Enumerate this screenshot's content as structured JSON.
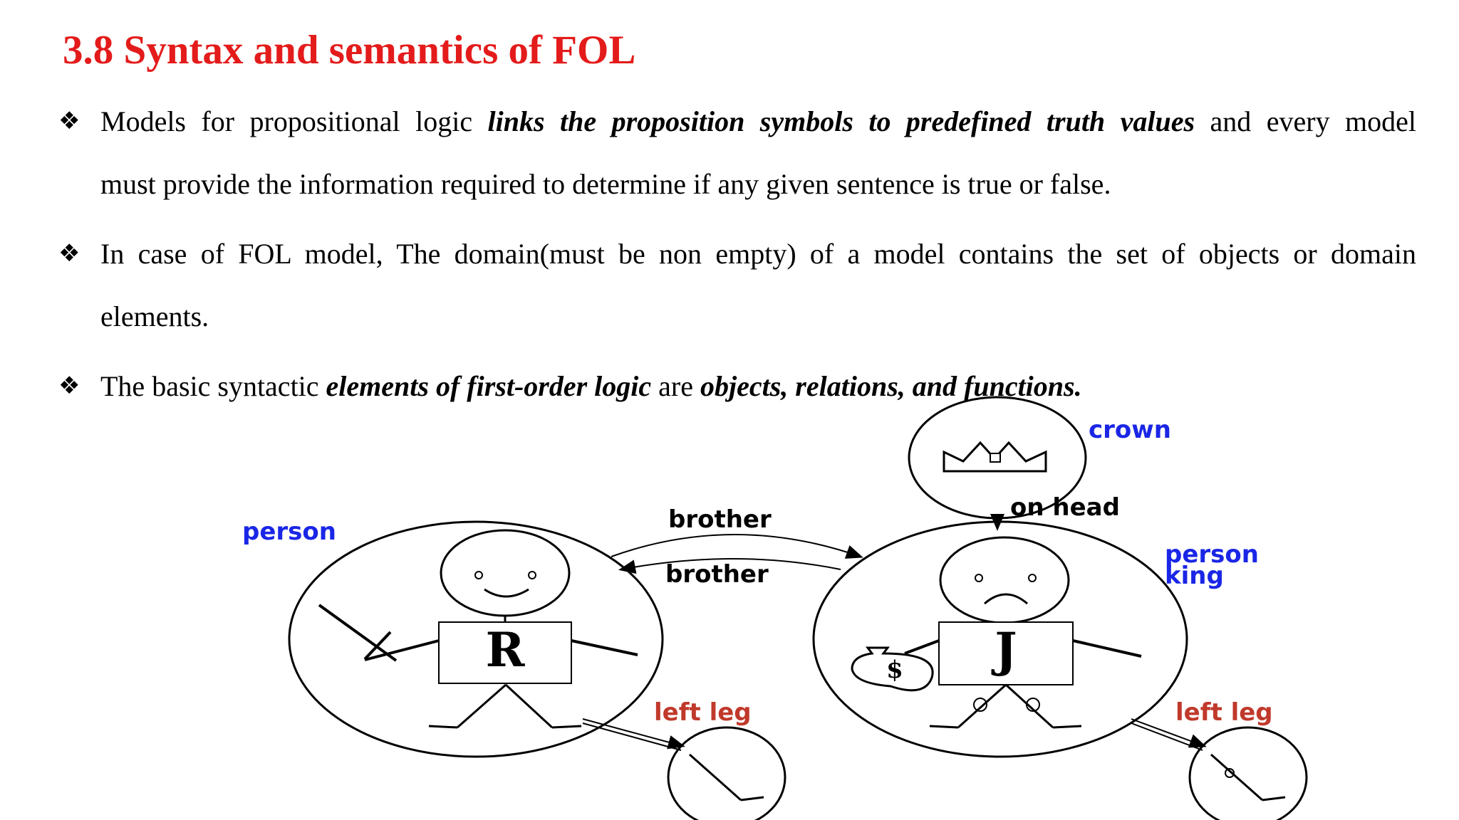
{
  "title": "3.8 Syntax and semantics of FOL",
  "bullets": [
    {
      "marker": "❖",
      "line1": [
        {
          "text": "Models for propositional  logic ",
          "style": "normal"
        },
        {
          "text": "links the proposition symbols to predefined truth values",
          "style": "bold-italic"
        },
        {
          "text": " and every model",
          "style": "normal"
        }
      ],
      "line2": "must provide the information required to determine if any given sentence is true or false."
    },
    {
      "marker": "❖",
      "line1": [
        {
          "text": "In case of  FOL model, The domain(must be non empty) of a model contains the set of objects or domain",
          "style": "normal"
        }
      ],
      "line2": "elements."
    },
    {
      "marker": "❖",
      "line1": [
        {
          "text": "The basic syntactic ",
          "style": "normal"
        },
        {
          "text": "elements of first-order logic",
          "style": "bold-italic"
        },
        {
          "text": " are ",
          "style": "normal"
        },
        {
          "text": "objects, relations, and functions.",
          "style": "bold-italic"
        }
      ],
      "line2": ""
    }
  ],
  "diagram": {
    "crown_label": "crown",
    "on_head_label": "on head",
    "brother_top": "brother",
    "brother_bottom": "brother",
    "left_person_label": "person",
    "right_person_label": "person",
    "right_king_label": "king",
    "left_leg_left": "left leg",
    "left_leg_right": "left leg",
    "box_left": "R",
    "box_right": "J",
    "money_symbol": "$",
    "colors": {
      "blue": "#1a26e6",
      "red": "#c0392b",
      "title": "#e41b1b"
    }
  }
}
